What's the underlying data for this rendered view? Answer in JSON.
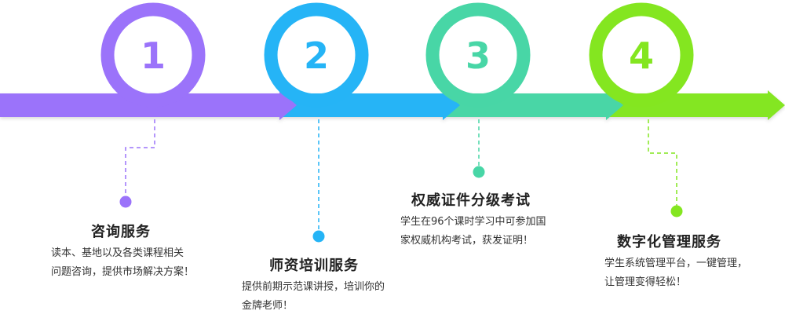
{
  "steps": [
    {
      "number": "1",
      "color": "#9b73fa",
      "title": "咨询服务",
      "desc": [
        "读本、基地以及各类课程相关",
        "问题咨询，提供市场解决方案！"
      ]
    },
    {
      "number": "2",
      "color": "#25b4f6",
      "title": "师资培训服务",
      "desc": [
        "提供前期示范课讲授，培训你的",
        "金牌老师！"
      ]
    },
    {
      "number": "3",
      "color": "#48d6a6",
      "title": "权威证件分级考试",
      "desc": [
        "学生在96个课时学习中可参加国",
        "家权威机构考试，获发证明！"
      ]
    },
    {
      "number": "4",
      "color": "#84e620",
      "title": "数字化管理服务",
      "desc": [
        "学生系统管理平台，一键管理，",
        "让管理变得轻松！"
      ]
    }
  ]
}
